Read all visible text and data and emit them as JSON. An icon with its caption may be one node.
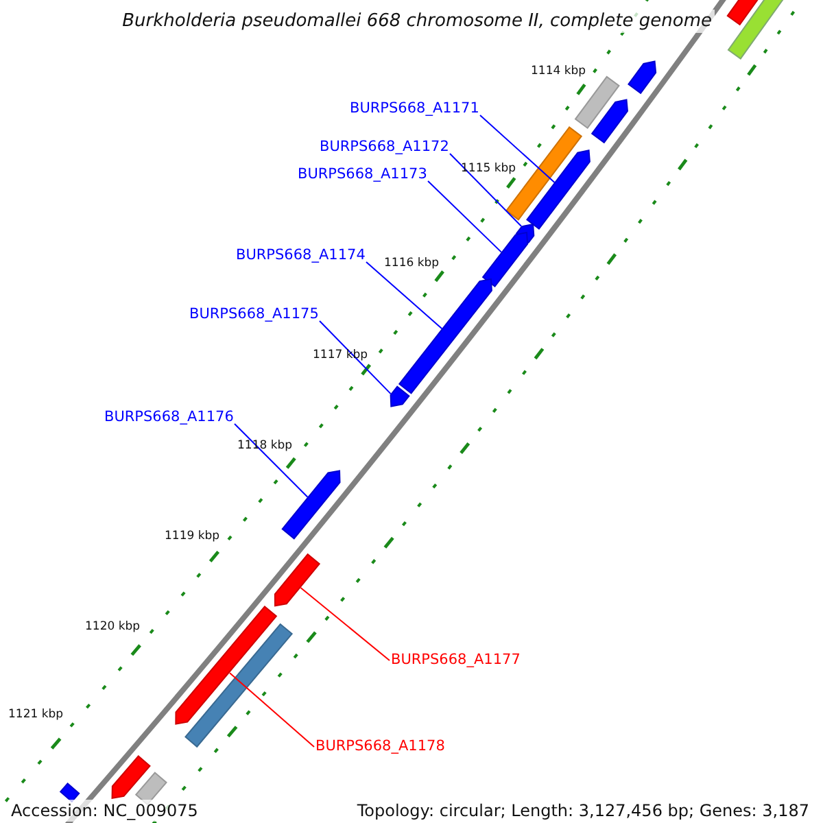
{
  "diagram": {
    "title": "Burkholderia pseudomallei 668 chromosome II, complete genome",
    "nodes": [
      {
        "text": [
          "BURPS668_A1171"
        ]
      },
      {
        "text": [
          "BURPS668_A1172"
        ]
      },
      {
        "text": [
          "BURPS668_A1173"
        ]
      },
      {
        "text": [
          "BURPS668_A1174"
        ]
      },
      {
        "text": [
          "BURPS668_A1175"
        ]
      },
      {
        "text": [
          "BURPS668_A1176"
        ]
      },
      {
        "text": [
          "BURPS668_A1177"
        ]
      },
      {
        "text": [
          "BURPS668_A1178"
        ]
      },
      {
        "text": [],
        "shape": "bar"
      },
      {
        "text": [],
        "shape": "bar"
      },
      {
        "text": [],
        "shape": "pentagon"
      },
      {
        "text": [],
        "shape": "bar"
      },
      {
        "text": [],
        "shape": "pentagon"
      },
      {
        "text": [],
        "shape": "bar"
      },
      {
        "text": [],
        "shape": "pentagon"
      },
      {
        "text": [],
        "shape": "pentagon"
      },
      {
        "text": [],
        "shape": "pentagon"
      },
      {
        "text": [],
        "shape": "pentagon"
      },
      {
        "text": [],
        "shape": "pentagon"
      },
      {
        "text": [],
        "shape": "pentagon"
      },
      {
        "text": [],
        "shape": "pentagon"
      },
      {
        "text": [],
        "shape": "pentagon"
      },
      {
        "text": [],
        "shape": "bar"
      },
      {
        "text": [],
        "shape": "pentagon"
      },
      {
        "text": [],
        "shape": "bar"
      },
      {
        "text": [],
        "shape": "bar"
      }
    ],
    "edges": [
      {
        "from": 0,
        "to": 14,
        "arrow": "none"
      },
      {
        "from": 1,
        "to": 15,
        "arrow": "none"
      },
      {
        "from": 2,
        "to": 16,
        "arrow": "none"
      },
      {
        "from": 3,
        "to": 17,
        "arrow": "none"
      },
      {
        "from": 4,
        "to": 18,
        "arrow": "none"
      },
      {
        "from": 5,
        "to": 19,
        "arrow": "none"
      },
      {
        "from": 6,
        "to": 20,
        "arrow": "none",
        "color": "#ff0000"
      },
      {
        "from": 7,
        "to": 21,
        "arrow": "none",
        "color": "#ff0000"
      }
    ],
    "labels": [
      "1114 kbp",
      "1115 kbp",
      "1116 kbp",
      "1117 kbp",
      "1118 kbp",
      "1119 kbp",
      "1120 kbp",
      "1121 kbp",
      "Accession: NC_009075",
      "Topology: circular; Length: 3,127,456 bp; Genes: 3,187"
    ]
  }
}
